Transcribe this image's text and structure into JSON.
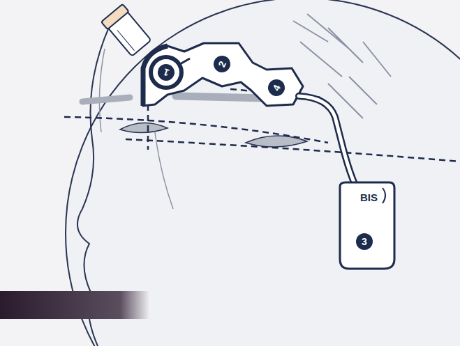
{
  "diagram": {
    "nodes": [
      {
        "text": [
          "1"
        ]
      },
      {
        "text": [
          "2"
        ]
      },
      {
        "text": [
          "4"
        ]
      },
      {
        "text": [
          "3"
        ]
      }
    ],
    "labels": [
      "BIS"
    ]
  }
}
